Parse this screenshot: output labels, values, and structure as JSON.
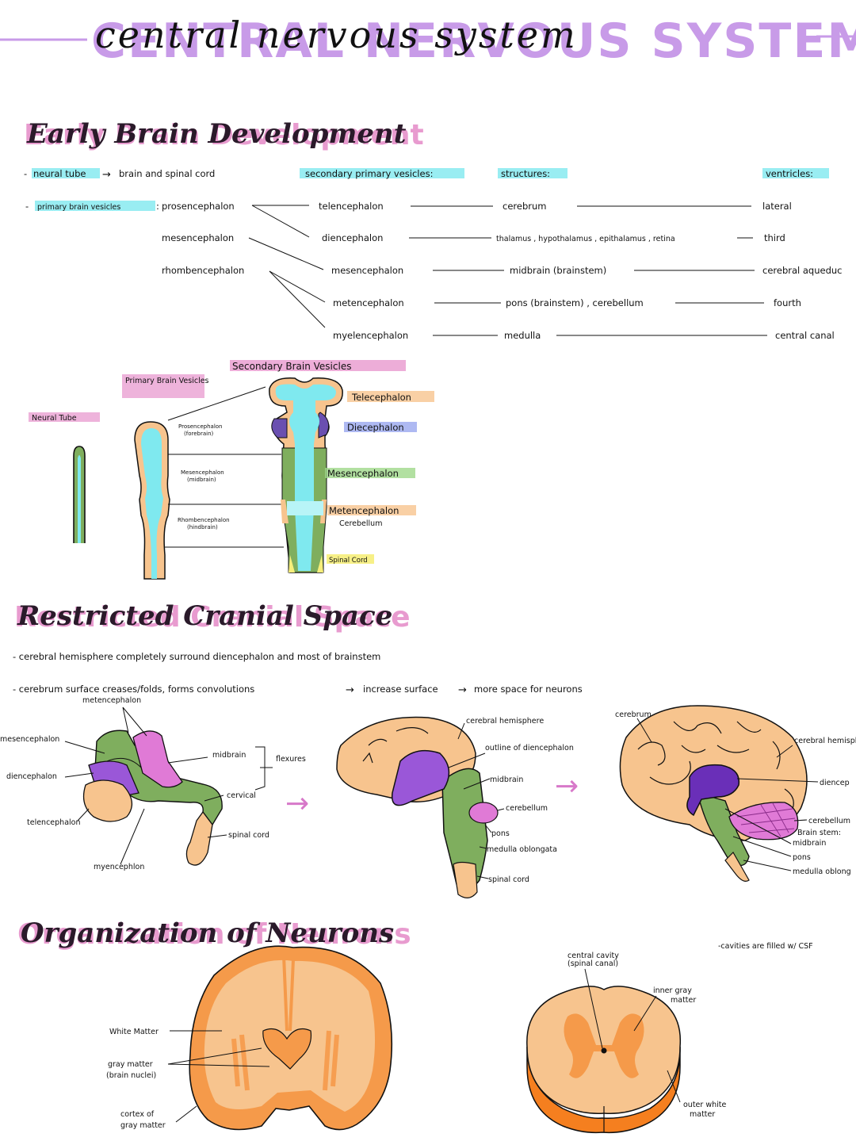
{
  "title": {
    "bg": "CENTRAL NERVOUS SYSTEM",
    "script": "central nervous system"
  },
  "colors": {
    "pink": "#e58ac7",
    "lavender": "#c89be8",
    "cyan": "#7fe9ef",
    "orange": "#f7c48e",
    "green": "#7fae5e",
    "purple": "#9a57d8",
    "magenta": "#e07ad6",
    "yellow": "#f6ee7a"
  },
  "early": {
    "heading": "Early Brain Development",
    "neural_tube_prefix": "-",
    "neural_tube_label": "neural tube",
    "neural_tube_rest": "brain and spinal cord",
    "primary_prefix": "-",
    "primary_label": "primary brain vesicles",
    "primary_sep": ":",
    "primary": [
      "prosencephalon",
      "mesencephalon",
      "rhombencephalon"
    ],
    "col_secondary": "secondary primary vesicles:",
    "col_structures": "structures:",
    "col_ventricles": "ventricles:",
    "rows": [
      {
        "secondary": "telencephalon",
        "structures": "cerebrum",
        "ventricle": "lateral"
      },
      {
        "secondary": "diencephalon",
        "structures": "thalamus , hypothalamus , epithalamus , retina",
        "ventricle": "third"
      },
      {
        "secondary": "mesencephalon",
        "structures": "midbrain (brainstem)",
        "ventricle": "cerebral aqueduc"
      },
      {
        "secondary": "metencephalon",
        "structures": "pons (brainstem) , cerebellum",
        "ventricle": "fourth"
      },
      {
        "secondary": "myelencephalon",
        "structures": "medulla",
        "ventricle": "central canal"
      }
    ]
  },
  "vesicles_diagram": {
    "neural_tube": "Neural Tube",
    "primary_title": "Primary Brain Vesicles",
    "secondary_title": "Secondary Brain Vesicles",
    "prosencephalon": "Prosencephalon",
    "forebrain": "(forebrain)",
    "mesencephalon": "Mesencephalon",
    "midbrain": "(midbrain)",
    "rhombencephalon": "Rhombencephalon",
    "hindbrain": "(hindbrain)",
    "telencephalon": "Telecephalon",
    "diencephalon": "Diecephalon",
    "mesencephalon2": "Mesencephalon",
    "metencephalon": "Metencephalon",
    "cerebellum": "Cerebellum",
    "spinal_cord": "Spinal Cord"
  },
  "cranial": {
    "heading": "Restricted Cranial Space",
    "line1": "- cerebral hemisphere completely surround diencephalon and most of brainstem",
    "line2a": "- cerebrum surface creases/folds, forms convolutions",
    "line2b": "increase surface",
    "line2c": "more space for neurons",
    "d1": {
      "metencephalon": "metencephalon",
      "mesencephalon": "mesencephalon",
      "diencephalon": "diencephalon",
      "telencephalon": "telencephalon",
      "myencephalon": "myencephlon",
      "midbrain": "midbrain",
      "flexures": "flexures",
      "cervical": "cervical",
      "spinal_cord": "spinal cord"
    },
    "d2": {
      "cerebral_hemisphere": "cerebral hemisphere",
      "outline": "outline of diencephalon",
      "midbrain": "midbrain",
      "cerebellum": "cerebellum",
      "pons": "pons",
      "medulla": "medulla oblongata",
      "spinal_cord": "spinal cord"
    },
    "d3": {
      "cerebrum": "cerebrum",
      "cerebral_hemisphere": "cerebral hemisphere",
      "diencephalon": "diencep",
      "cerebellum": "cerebellum",
      "brain_stem": "Brain stem:",
      "midbrain": "midbrain",
      "pons": "pons",
      "medulla": "medulla oblong"
    }
  },
  "neurons": {
    "heading": "Organization of Neurons",
    "note": "-cavities are filled w/ CSF",
    "white_matter": "White Matter",
    "gray_matter": "gray matter",
    "brain_nuclei": "(brain nuclei)",
    "cortex_of": "cortex of",
    "gray_matter2": "gray matter",
    "central_cavity": "central cavity",
    "spinal_canal": "(spinal canal)",
    "inner_gray": "inner gray",
    "matter": "matter",
    "outer_white": "outer white",
    "matter2": "matter"
  }
}
